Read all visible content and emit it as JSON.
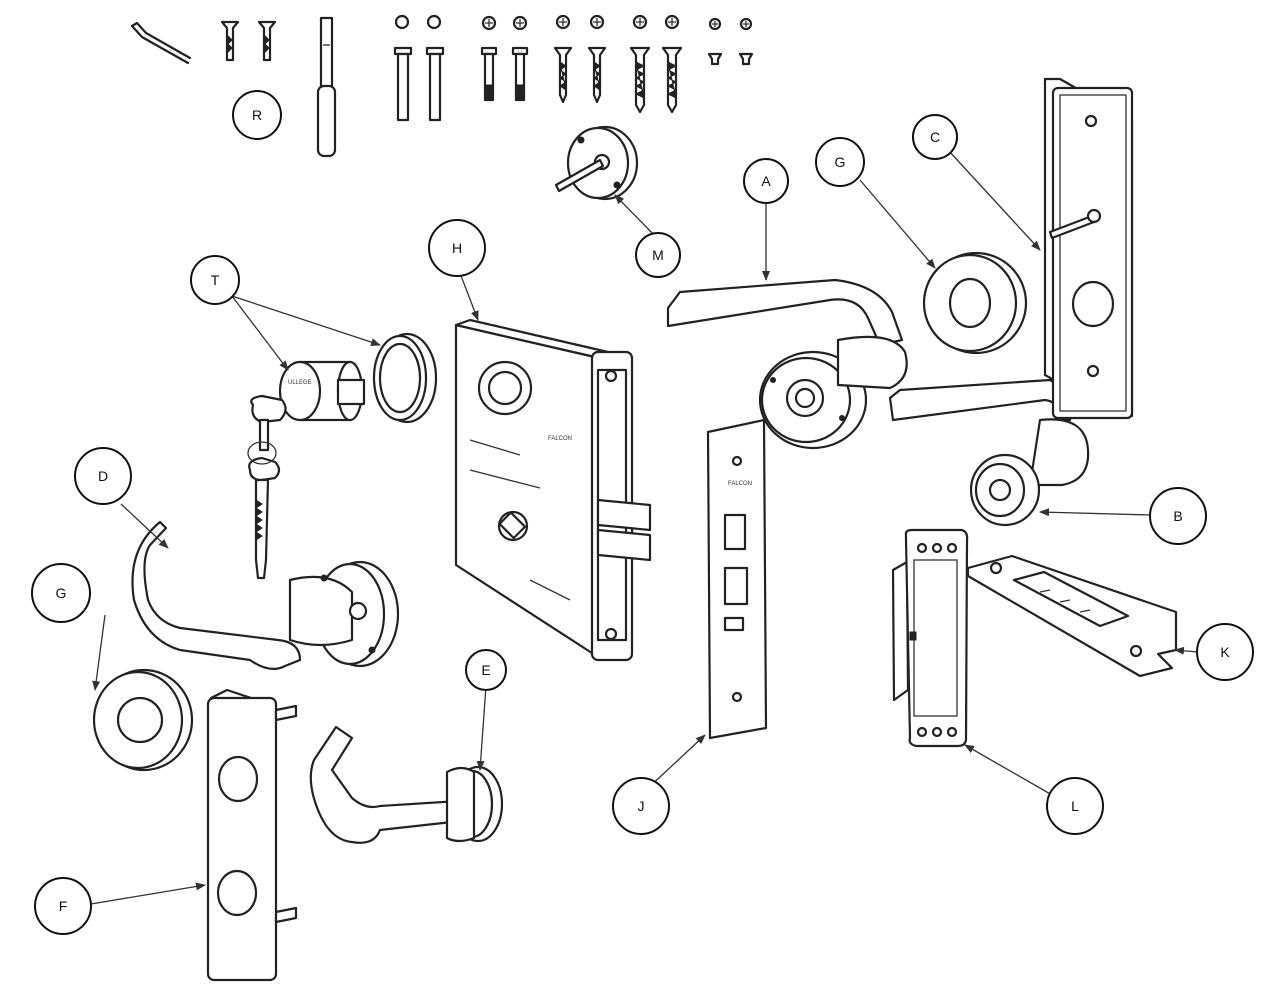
{
  "diagram": {
    "callouts": {
      "A": "A",
      "B": "B",
      "C": "C",
      "D": "D",
      "E": "E",
      "F": "F",
      "G1": "G",
      "G2": "G",
      "H": "H",
      "J": "J",
      "K": "K",
      "L": "L",
      "M": "M",
      "R": "R",
      "T": "T"
    }
  }
}
